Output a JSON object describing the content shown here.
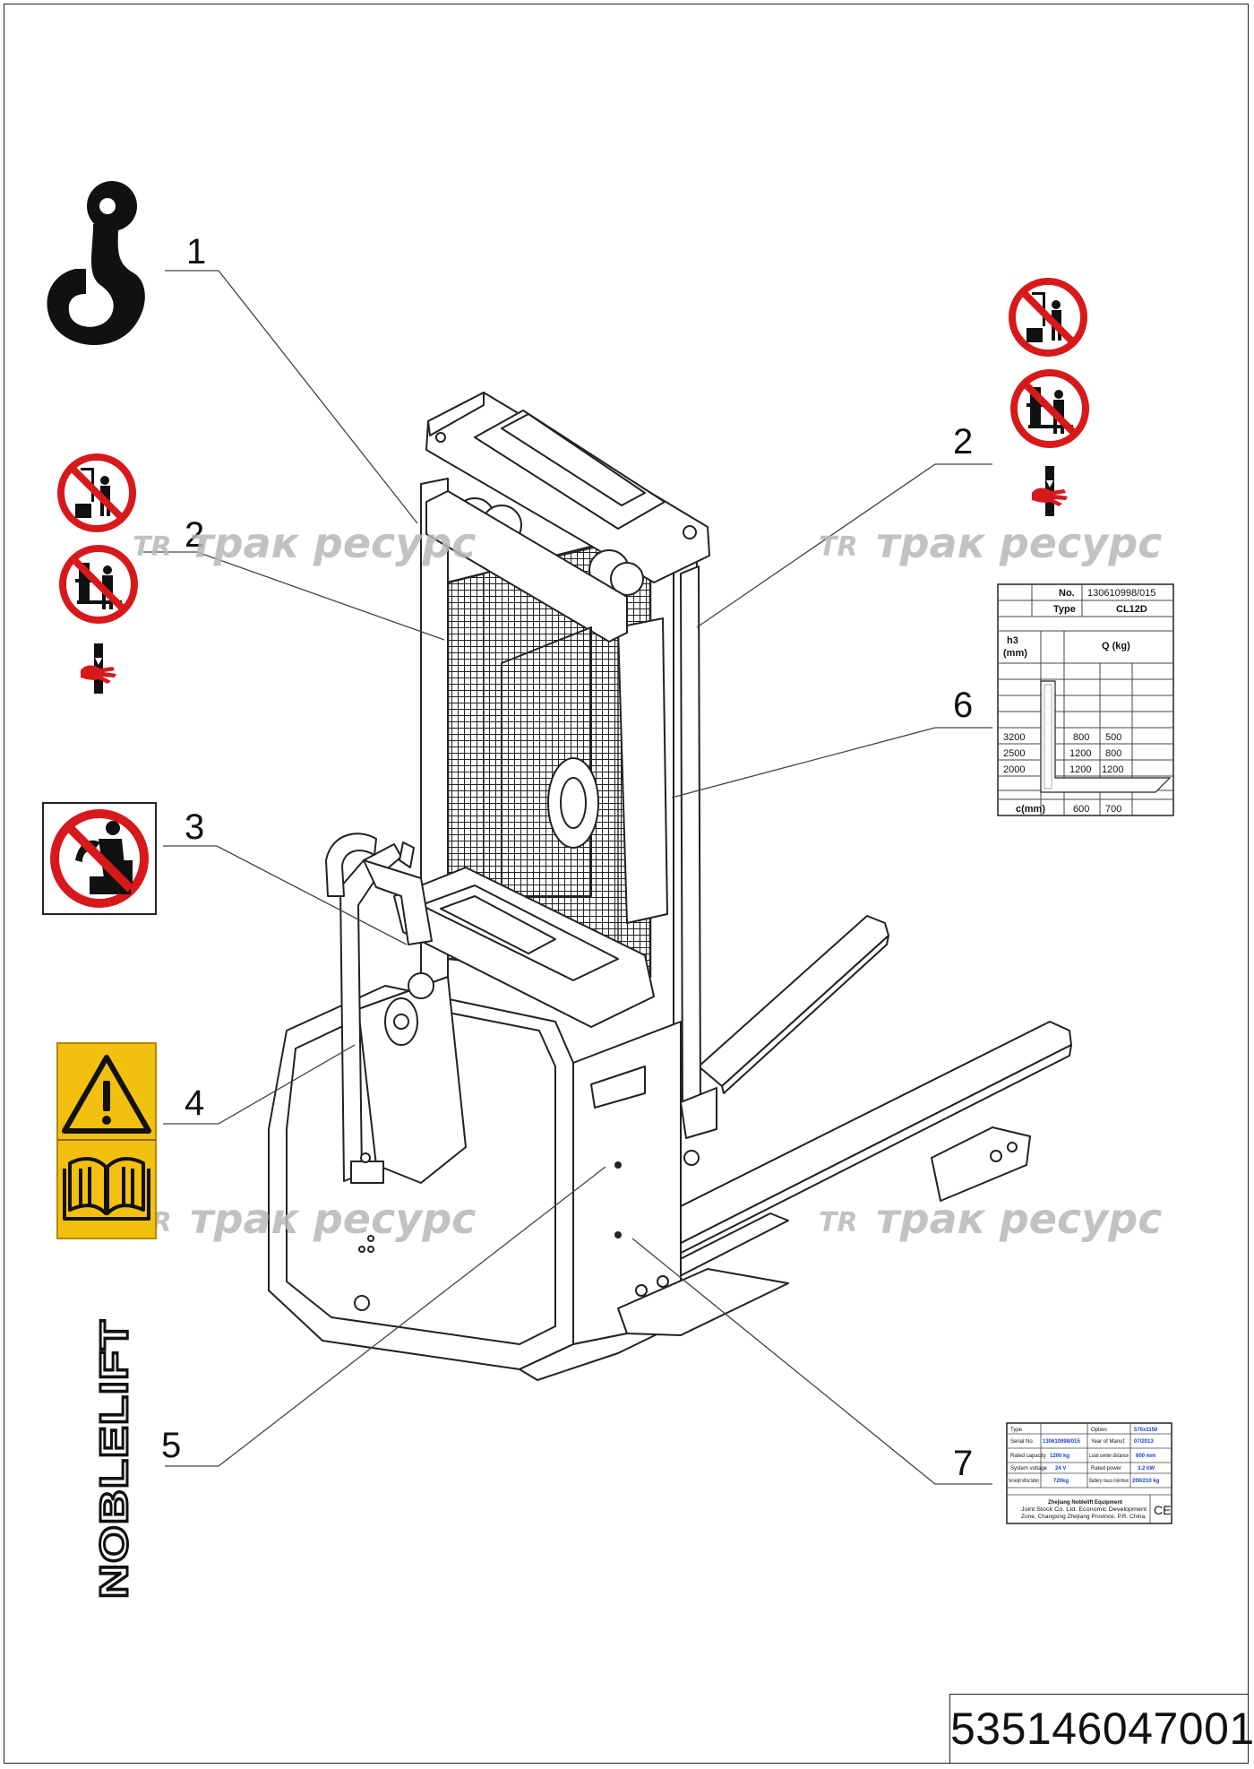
{
  "part_number": "535146047001",
  "brand": "NOBLELIFT",
  "watermark": "трак ресурс",
  "watermark_logo": "TR",
  "callouts": [
    "1",
    "2",
    "2",
    "3",
    "4",
    "5",
    "6",
    "7"
  ],
  "load_table": {
    "no_label": "No.",
    "no_value": "130610998/015",
    "type_label": "Type",
    "type_value": "CL12D",
    "h3_label": "h3",
    "h3_unit": "(mm)",
    "q_label": "Q (kg)",
    "rows": [
      {
        "h3": "3200",
        "q1": "800",
        "q2": "500"
      },
      {
        "h3": "2500",
        "q1": "1200",
        "q2": "800"
      },
      {
        "h3": "2000",
        "q1": "1200",
        "q2": "1200"
      }
    ],
    "c_label": "c(mm)",
    "c1": "600",
    "c2": "700"
  },
  "nameplate": {
    "type_label": "Type",
    "option_label": "Option",
    "option_value": "570x1150",
    "serial_label": "Serial No.",
    "serial_value": "130610998/015",
    "year_label": "Year of Manuf.",
    "year_value": "07/2013",
    "capacity_label": "Rated capacity",
    "capacity_value": "1200 kg",
    "load_center_label": "Load center distance",
    "load_center_value": "600 mm",
    "voltage_label": "System voltage",
    "voltage_value": "24 V",
    "power_label": "Rated power",
    "power_value": "3.2 kW",
    "weight_label": "Net weight without battery",
    "weight_value": "720kg",
    "battery_label": "Battery mass min/max",
    "battery_value": "200/210 kg",
    "maker_line1": "Zhejiang Noblelift Equipment",
    "maker_line2": "Joint Stock Co. Ltd. Economic Development",
    "maker_line3": "Zone, Changxing Zhejiang Province, P.R. China.",
    "ce_mark": "CE"
  },
  "colors": {
    "prohibition_red": "#d7191c",
    "warning_yellow": "#f3c010",
    "watermark_gray": "#b8b8b8",
    "line": "#222222"
  },
  "icons": [
    "lifting-hook-icon",
    "no-riding-icon",
    "no-standing-under-icon",
    "pinch-hazard-icon",
    "no-passenger-icon",
    "warning-triangle-icon",
    "read-manual-icon"
  ]
}
